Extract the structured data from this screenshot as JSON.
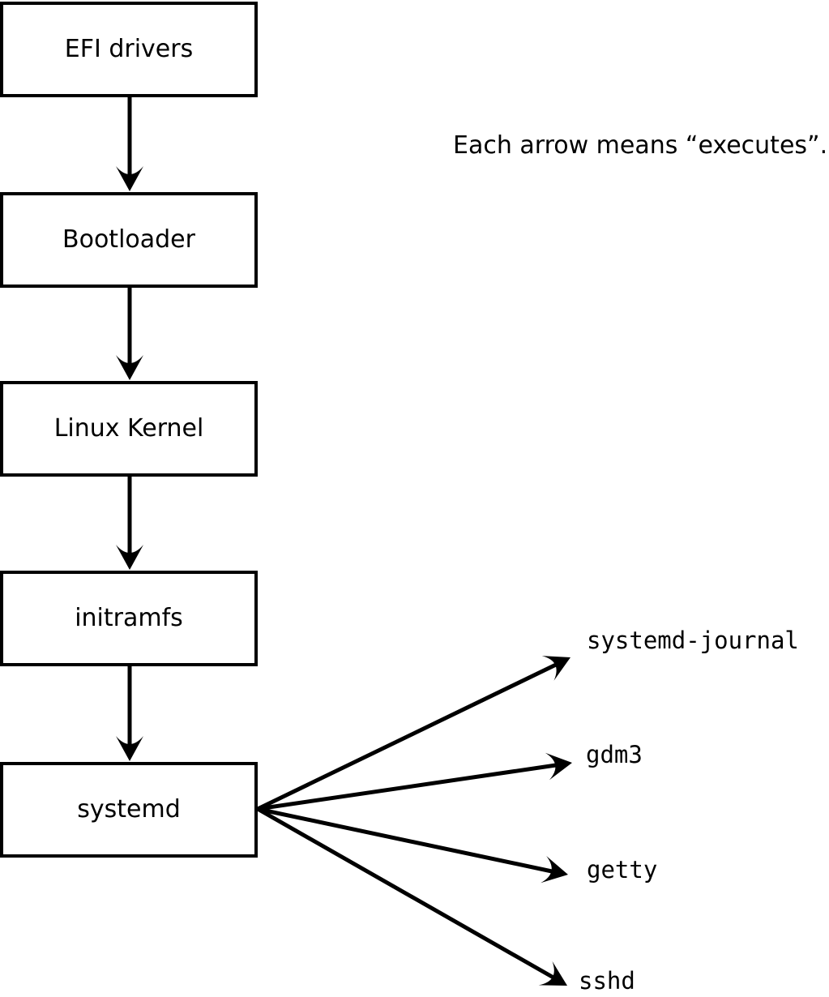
{
  "diagram": {
    "background_color": "#ffffff",
    "line_color": "#000000",
    "box_fill_color": "#ffffff",
    "annotation": "Each arrow means “executes”.",
    "chain": [
      {
        "id": "efi-drivers",
        "label": "EFI drivers"
      },
      {
        "id": "bootloader",
        "label": "Bootloader"
      },
      {
        "id": "linux-kernel",
        "label": "Linux Kernel"
      },
      {
        "id": "initramfs",
        "label": "initramfs"
      },
      {
        "id": "systemd",
        "label": "systemd"
      }
    ],
    "spawned": [
      {
        "id": "systemd-journal",
        "label": "systemd-journal"
      },
      {
        "id": "gdm3",
        "label": "gdm3"
      },
      {
        "id": "getty",
        "label": "getty"
      },
      {
        "id": "sshd",
        "label": "sshd"
      }
    ]
  }
}
